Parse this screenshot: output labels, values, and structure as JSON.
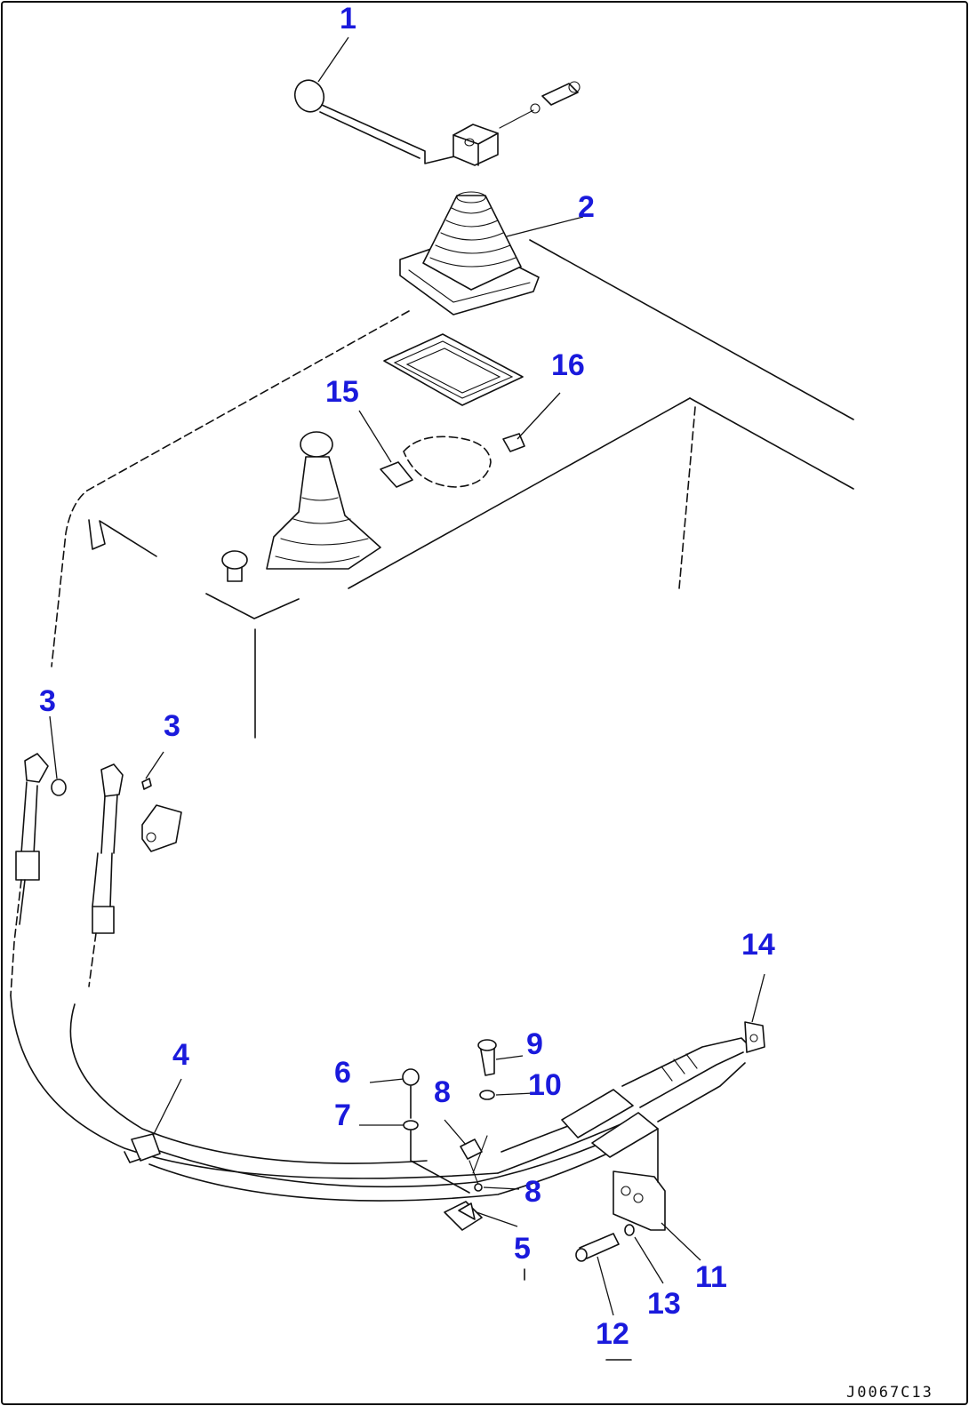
{
  "diagram": {
    "callouts": [
      {
        "id": "p1",
        "label": "1"
      },
      {
        "id": "p2",
        "label": "2"
      },
      {
        "id": "p3a",
        "label": "3"
      },
      {
        "id": "p3b",
        "label": "3"
      },
      {
        "id": "p4",
        "label": "4"
      },
      {
        "id": "p5",
        "label": "5"
      },
      {
        "id": "p6",
        "label": "6"
      },
      {
        "id": "p7",
        "label": "7"
      },
      {
        "id": "p8a",
        "label": "8"
      },
      {
        "id": "p8b",
        "label": "8"
      },
      {
        "id": "p9",
        "label": "9"
      },
      {
        "id": "p10",
        "label": "10"
      },
      {
        "id": "p11",
        "label": "11"
      },
      {
        "id": "p12",
        "label": "12"
      },
      {
        "id": "p13",
        "label": "13"
      },
      {
        "id": "p14",
        "label": "14"
      },
      {
        "id": "p15",
        "label": "15"
      },
      {
        "id": "p16",
        "label": "16"
      }
    ],
    "reference_code": "J0067C13",
    "colors": {
      "callout": "#1a1adc",
      "line": "#111111",
      "background": "#ffffff"
    }
  }
}
